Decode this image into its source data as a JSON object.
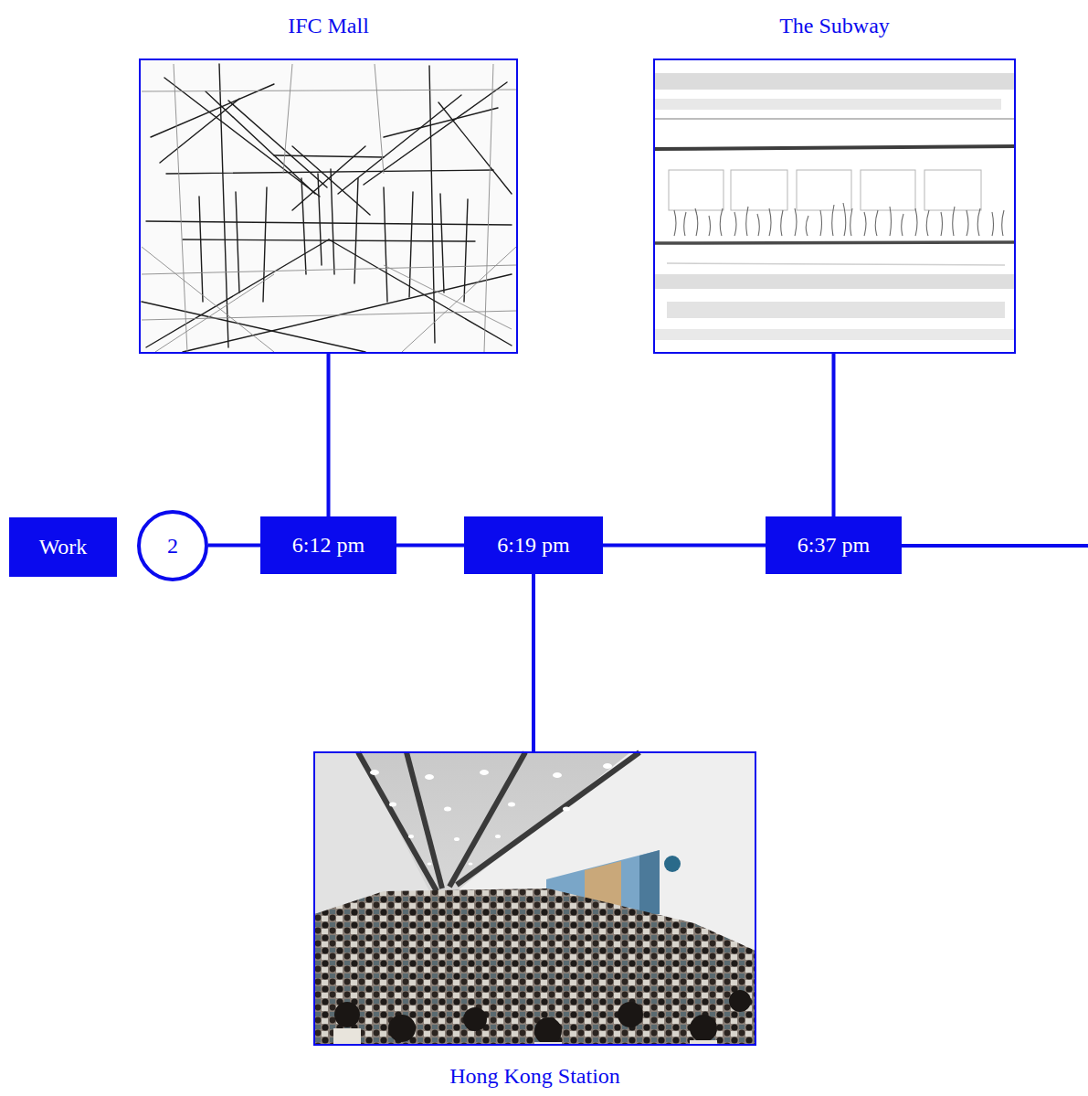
{
  "diagram": {
    "nodes": [
      {
        "text": [
          "IFC Mall"
        ]
      },
      {
        "text": [
          "The Subway"
        ]
      },
      {
        "text": [
          "Work"
        ]
      },
      {
        "text": [
          "2"
        ]
      },
      {
        "text": [
          "6:12 pm"
        ]
      },
      {
        "text": [
          "6:19 pm"
        ]
      },
      {
        "text": [
          "6:37 pm"
        ]
      },
      {
        "text": [
          "Hong Kong Station"
        ]
      }
    ],
    "edges": [
      {
        "from": 3,
        "to": 4,
        "arrow": "none"
      },
      {
        "from": 4,
        "to": 5,
        "arrow": "none"
      },
      {
        "from": 5,
        "to": 6,
        "arrow": "none"
      },
      {
        "from": 0,
        "to": 4,
        "arrow": "none"
      },
      {
        "from": 1,
        "to": 6,
        "arrow": "none"
      },
      {
        "from": 5,
        "to": 7,
        "arrow": "none"
      }
    ]
  }
}
